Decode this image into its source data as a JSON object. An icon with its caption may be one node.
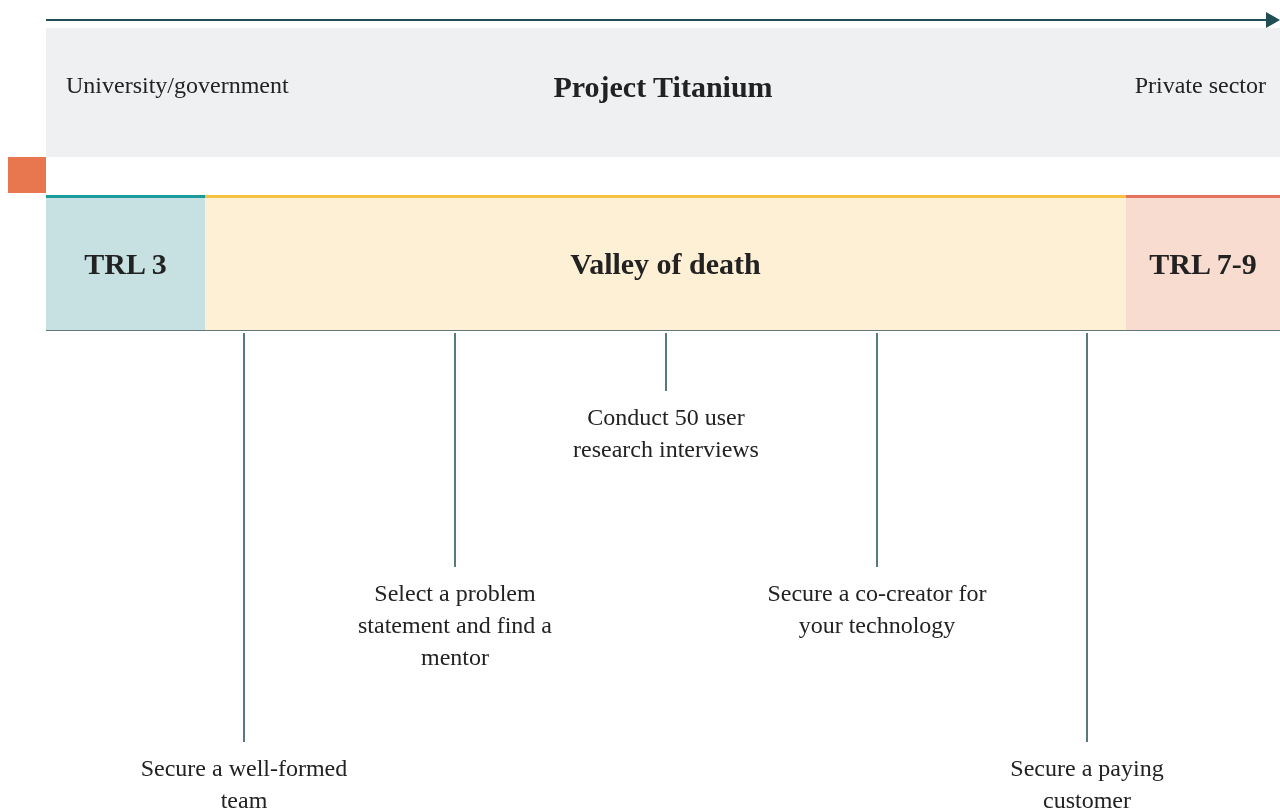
{
  "diagram": {
    "nodes": [
      {
        "text": [
          "University/government",
          "Project Titanium",
          "Private sector"
        ]
      },
      {
        "text": [
          "TRL 3"
        ]
      },
      {
        "text": [
          "Valley of death"
        ]
      },
      {
        "text": [
          "TRL 7-9"
        ]
      },
      {
        "text": [
          "Secure a well-formed team"
        ]
      },
      {
        "text": [
          "Select a problem statement and find a mentor"
        ]
      },
      {
        "text": [
          "Conduct 50 user research interviews"
        ]
      },
      {
        "text": [
          "Secure a co-creator for your technology"
        ]
      },
      {
        "text": [
          "Secure a paying customer"
        ]
      }
    ],
    "edges": [
      {
        "from": 4,
        "to": 2,
        "arrow": "none"
      },
      {
        "from": 5,
        "to": 2,
        "arrow": "none"
      },
      {
        "from": 6,
        "to": 2,
        "arrow": "none"
      },
      {
        "from": 7,
        "to": 2,
        "arrow": "none"
      },
      {
        "from": 8,
        "to": 2,
        "arrow": "none"
      }
    ]
  }
}
